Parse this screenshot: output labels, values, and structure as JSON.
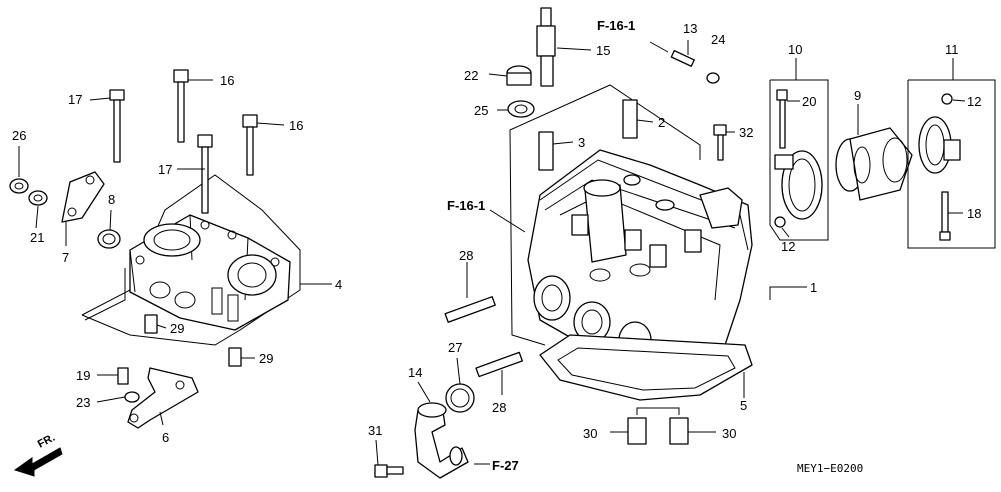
{
  "callouts": [
    "26",
    "21",
    "7",
    "8",
    "17",
    "16",
    "17",
    "16",
    "4",
    "29",
    "29",
    "19",
    "23",
    "6",
    "15",
    "22",
    "25",
    "13",
    "24",
    "10",
    "9",
    "11",
    "20",
    "32",
    "12",
    "12",
    "18",
    "3",
    "2",
    "1",
    "28",
    "28",
    "27",
    "14",
    "31",
    "30",
    "30",
    "5"
  ],
  "refs": [
    "F-16-1",
    "F-16-1",
    "F-27"
  ],
  "front_label": "FR.",
  "diagram_code": "MEY1−E0200"
}
